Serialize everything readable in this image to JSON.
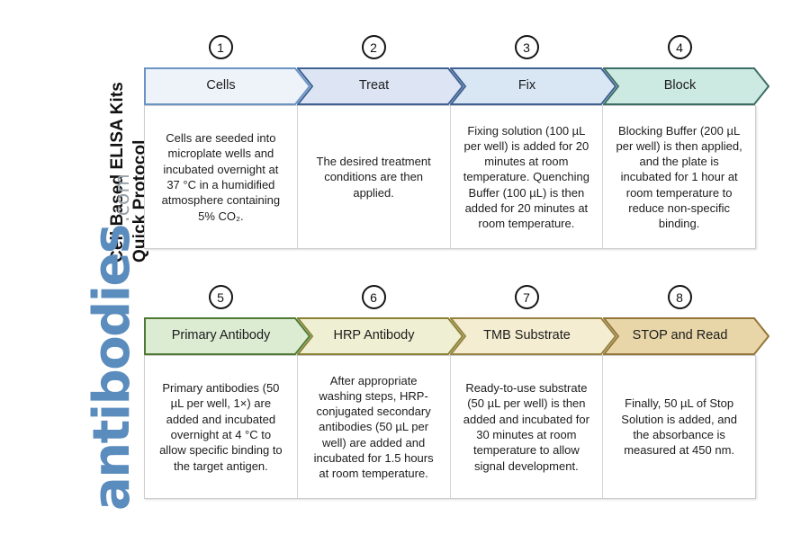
{
  "title": {
    "line1": "Cell Based ELISA Kits",
    "line2": "Quick Protocol"
  },
  "logo": {
    "main": "antibodies",
    "tld": ".com",
    "main_color": "#5b8cbe",
    "tld_color": "#9aa3aa"
  },
  "rows": [
    {
      "steps": [
        {
          "number": "1",
          "label": "Cells",
          "fill": "#eef3fa",
          "stroke": "#6b93c4",
          "body": "Cells are seeded into microplate wells and incubated overnight at 37 °C in a humidified atmosphere containing 5% CO₂."
        },
        {
          "number": "2",
          "label": "Treat",
          "fill": "#dde5f5",
          "stroke": "#3f6293",
          "body": "The desired treatment conditions are then applied."
        },
        {
          "number": "3",
          "label": "Fix",
          "fill": "#d9e7f5",
          "stroke": "#3f6293",
          "body": "Fixing solution (100 µL per well) is added for 20 minutes at room temperature. Quenching Buffer (100 µL) is then added for 20 minutes at room temperature."
        },
        {
          "number": "4",
          "label": "Block",
          "fill": "#cdeae2",
          "stroke": "#3d6e66",
          "body": "Blocking Buffer (200 µL per well) is then applied, and the plate is incubated for 1 hour at room temperature to reduce non-specific binding."
        }
      ]
    },
    {
      "steps": [
        {
          "number": "5",
          "label": "Primary Antibody",
          "fill": "#dcecd3",
          "stroke": "#4e7a34",
          "body": "Primary antibodies (50 µL per well, 1×) are added and incubated overnight at 4 °C to allow specific binding to the target antigen."
        },
        {
          "number": "6",
          "label": "HRP Antibody",
          "fill": "#eff0d3",
          "stroke": "#8a8232",
          "body": "After appropriate washing steps, HRP-conjugated secondary antibodies (50 µL per well) are added and incubated for 1.5 hours at room temperature."
        },
        {
          "number": "7",
          "label": "TMB Substrate",
          "fill": "#f4edd2",
          "stroke": "#97823f",
          "body": "Ready-to-use substrate (50 µL per well) is then added and incubated for 30 minutes at room temperature to allow signal development."
        },
        {
          "number": "8",
          "label": "STOP and Read",
          "fill": "#e8d6a8",
          "stroke": "#95763a",
          "body": "Finally, 50 µL of Stop Solution is added, and the absorbance is measured at 450 nm."
        }
      ]
    }
  ]
}
